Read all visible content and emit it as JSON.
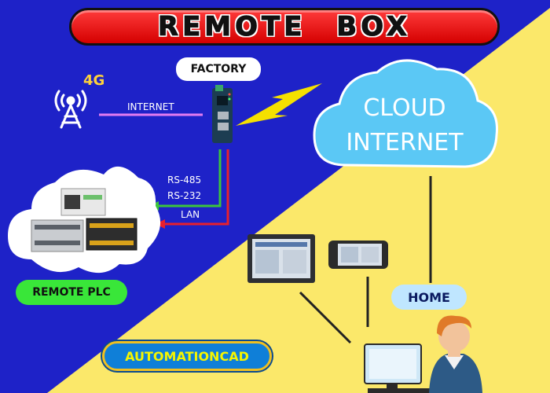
{
  "title": "REMOTE BOX",
  "labels": {
    "factory": "FACTORY",
    "signal": "4G",
    "internet_link": "INTERNET",
    "rs485": "RS-485",
    "rs232": "RS-232",
    "lan": "LAN",
    "cloud_line1": "CLOUD",
    "cloud_line2": "INTERNET",
    "remote_plc": "REMOTE PLC",
    "home": "HOME",
    "brand": "AUTOMATIONCAD"
  },
  "colors": {
    "background_blue": "#1e22c8",
    "background_yellow": "#fbe86a",
    "cloud": "#5bc8f5",
    "internet_line": "#e47cf0",
    "serial_line": "#3cc43c",
    "lan_line": "#e8202c",
    "lightning": "#f5e000"
  },
  "icons": [
    "cell-tower-icon",
    "lightning-icon",
    "remote-box-device",
    "plc-devices",
    "hmi-panel",
    "smartphone",
    "home-user-computer"
  ]
}
